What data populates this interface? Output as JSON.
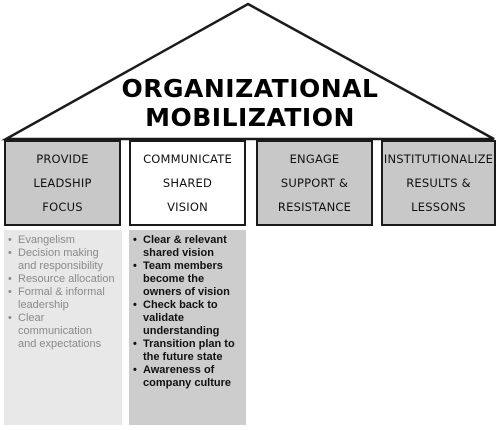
{
  "title": {
    "line1": "ORGANIZATIONAL",
    "line2": "MOBILIZATION"
  },
  "pillars": [
    {
      "lines": [
        "PROVIDE",
        "LEADSHIP",
        "FOCUS"
      ]
    },
    {
      "lines": [
        "COMMUNICATE",
        "SHARED",
        "VISION"
      ]
    },
    {
      "lines": [
        "ENGAGE",
        "SUPPORT &",
        "RESISTANCE"
      ]
    },
    {
      "lines": [
        "INSTITUTIONALIZE",
        "RESULTS &",
        "LESSONS"
      ]
    }
  ],
  "details": [
    {
      "items": [
        {
          "lines": [
            "Evangelism"
          ]
        },
        {
          "lines": [
            "Decision making",
            "and responsibility"
          ]
        },
        {
          "lines": [
            "Resource allocation"
          ]
        },
        {
          "lines": [
            "Formal & informal",
            "leadership"
          ]
        },
        {
          "lines": [
            "Clear communication",
            "and expectations"
          ]
        }
      ]
    },
    {
      "items": [
        {
          "lines": [
            "Clear & relevant",
            "shared vision"
          ]
        },
        {
          "lines": [
            "Team members",
            "become the",
            "owners of vision"
          ]
        },
        {
          "lines": [
            "Check back to",
            "validate",
            "understanding"
          ]
        },
        {
          "lines": [
            "Transition plan to",
            "the future state"
          ]
        },
        {
          "lines": [
            "Awareness of",
            "company culture"
          ]
        }
      ]
    }
  ],
  "colors": {
    "pillar_fill": "#c8c8c8",
    "pillar_highlight_fill": "#ffffff",
    "detail1_fill": "#e8e8e8",
    "detail1_text": "#8a8a8a",
    "detail2_fill": "#cdcdcd",
    "outline": "#1a1a1a"
  }
}
